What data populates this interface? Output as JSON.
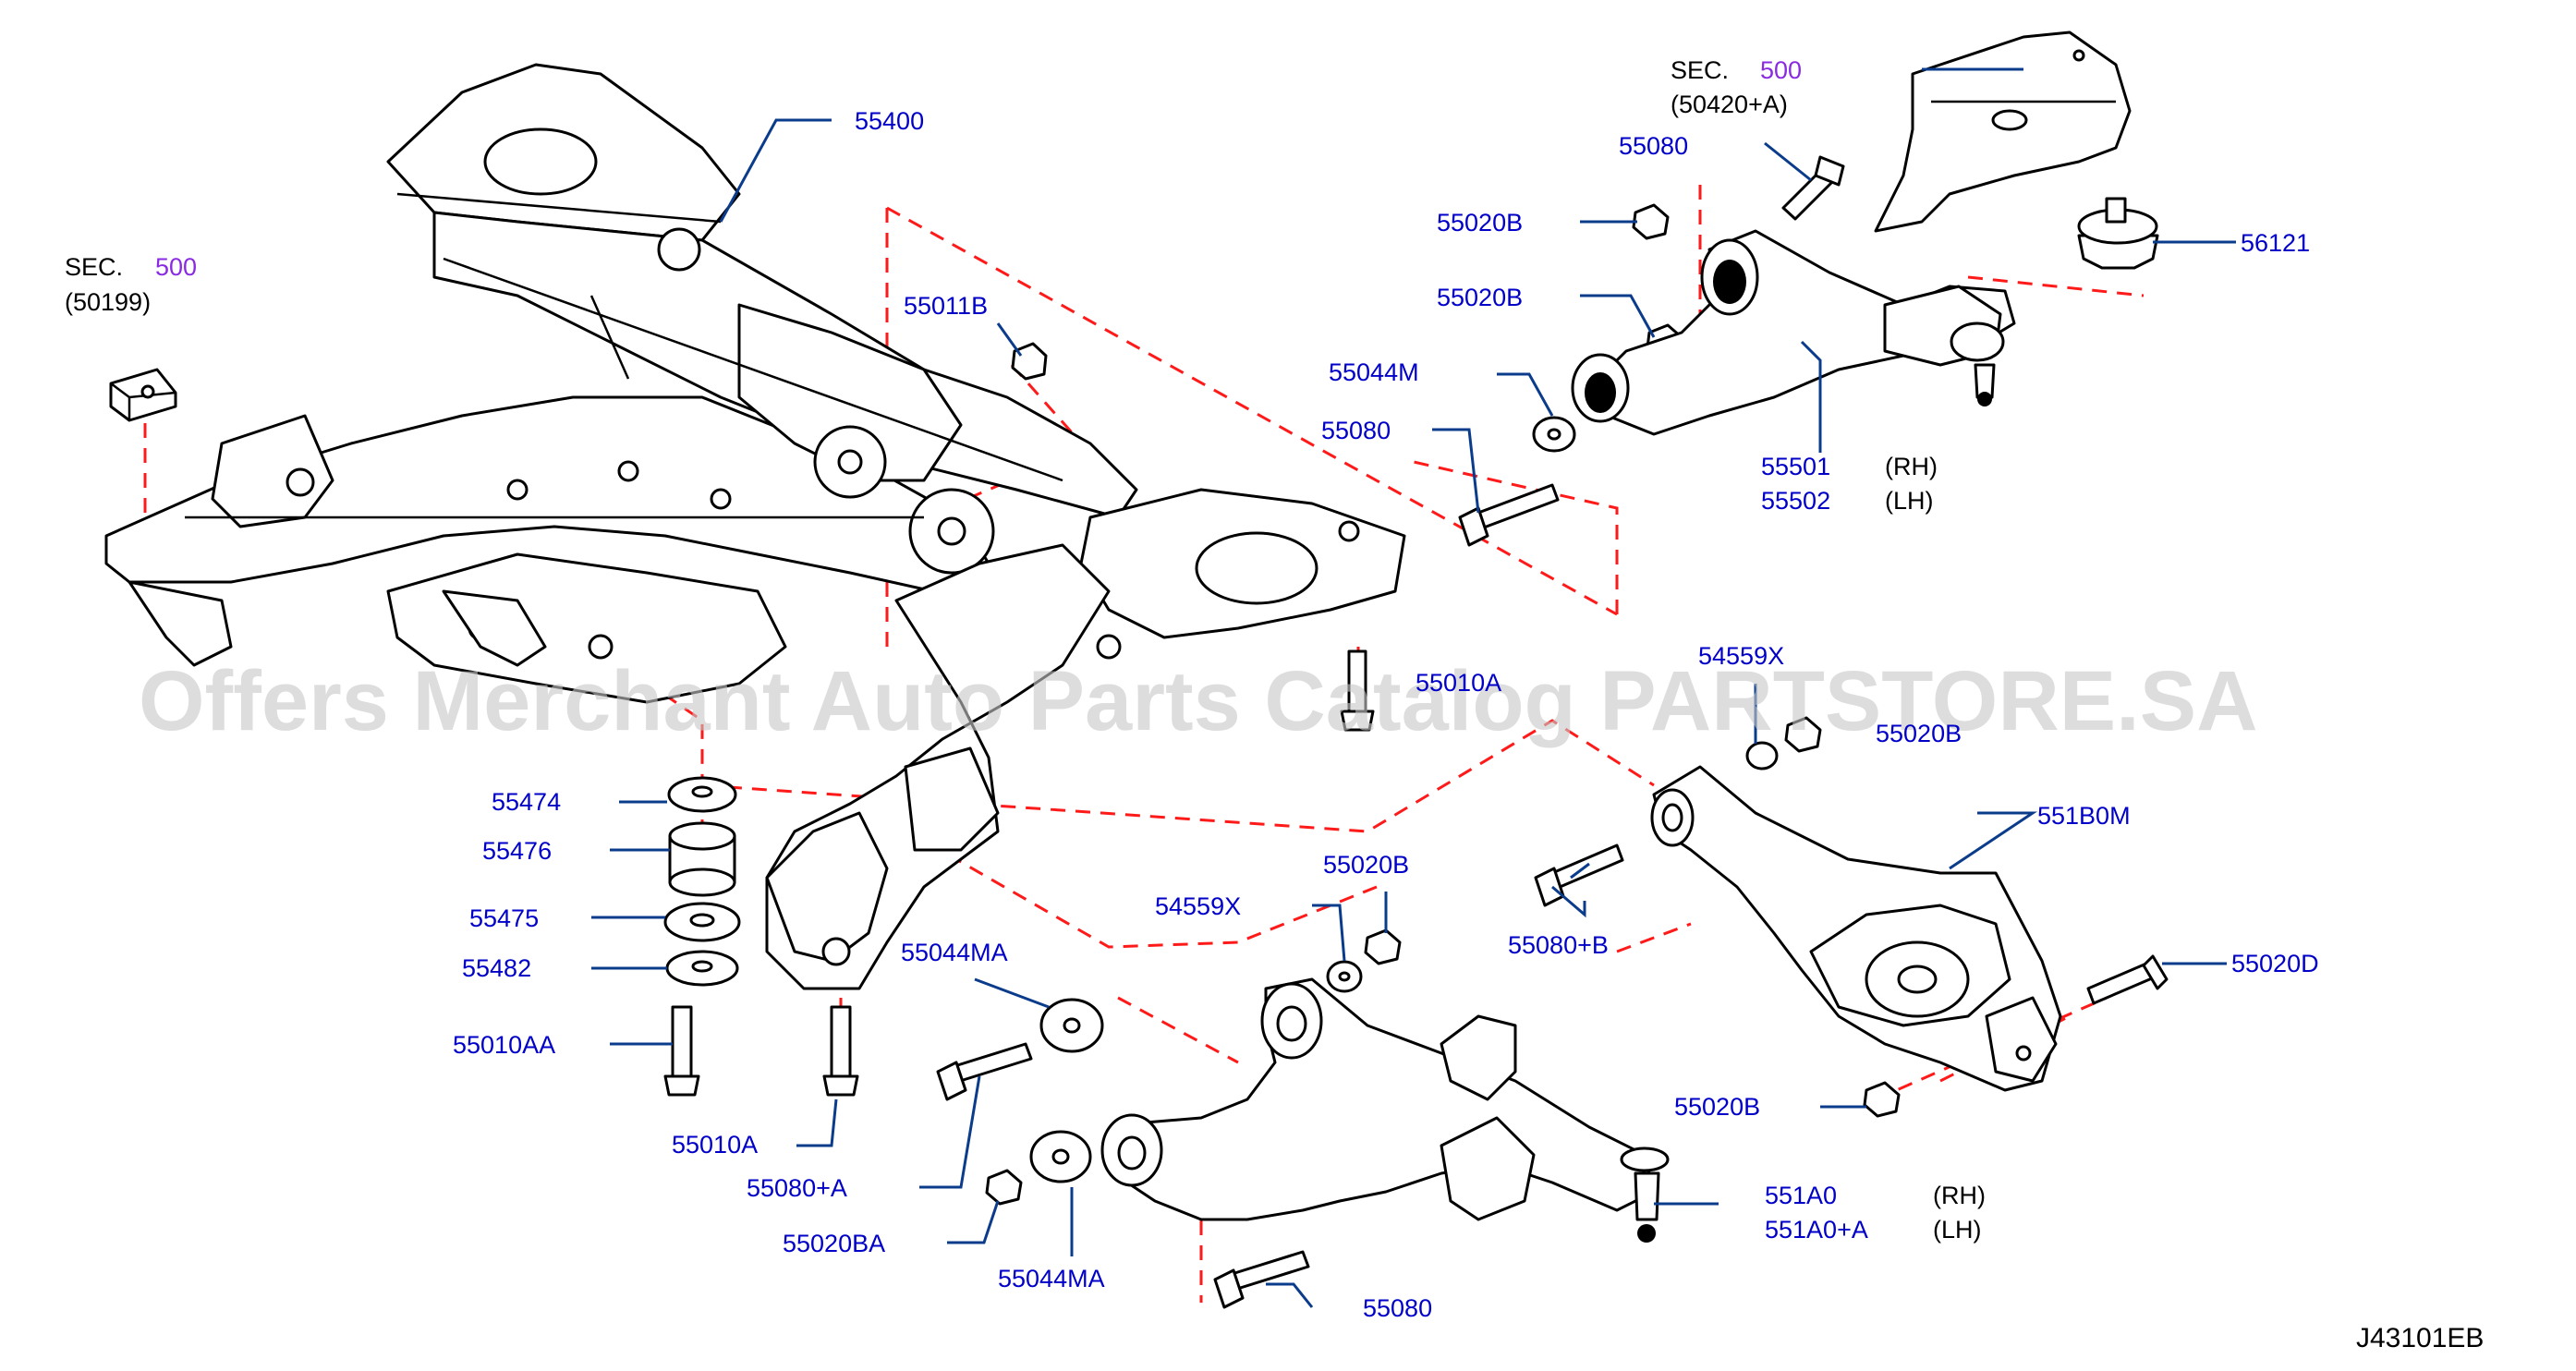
{
  "diagram_code": "J43101EB",
  "watermark": "Offers Merchant Auto Parts Catalog PARTSTORE.SA",
  "sections": [
    {
      "id": "sec1",
      "prefix": "SEC.",
      "number": "500",
      "ref": "(50199)"
    },
    {
      "id": "sec2",
      "prefix": "SEC.",
      "number": "500",
      "ref": "(50420+A)"
    }
  ],
  "labels": {
    "p55400": "55400",
    "p55011B": "55011B",
    "p55080_a": "55080",
    "p55020B_a": "55020B",
    "p55020B_b": "55020B",
    "p55044M": "55044M",
    "p55080_b": "55080",
    "p56121": "56121",
    "p55501": "55501",
    "p55502": "55502",
    "p55010A_a": "55010A",
    "p54559X_a": "54559X",
    "p55020B_c": "55020B",
    "p551B0M": "551B0M",
    "p55474": "55474",
    "p55476": "55476",
    "p55475": "55475",
    "p55482": "55482",
    "p55010AA": "55010AA",
    "p55020B_d": "55020B",
    "p54559X_b": "54559X",
    "p55044MA_a": "55044MA",
    "p55080B": "55080+B",
    "p55020D": "55020D",
    "p55020B_e": "55020B",
    "p55010A_b": "55010A",
    "p55080A": "55080+A",
    "p55020BA": "55020BA",
    "p55044MA_b": "55044MA",
    "p551A0": "551A0",
    "p551A0A": "551A0+A",
    "p55080_c": "55080"
  },
  "side_notes": {
    "rh_a": "(RH)",
    "lh_a": "(LH)",
    "rh_b": "(RH)",
    "lh_b": "(LH)"
  }
}
